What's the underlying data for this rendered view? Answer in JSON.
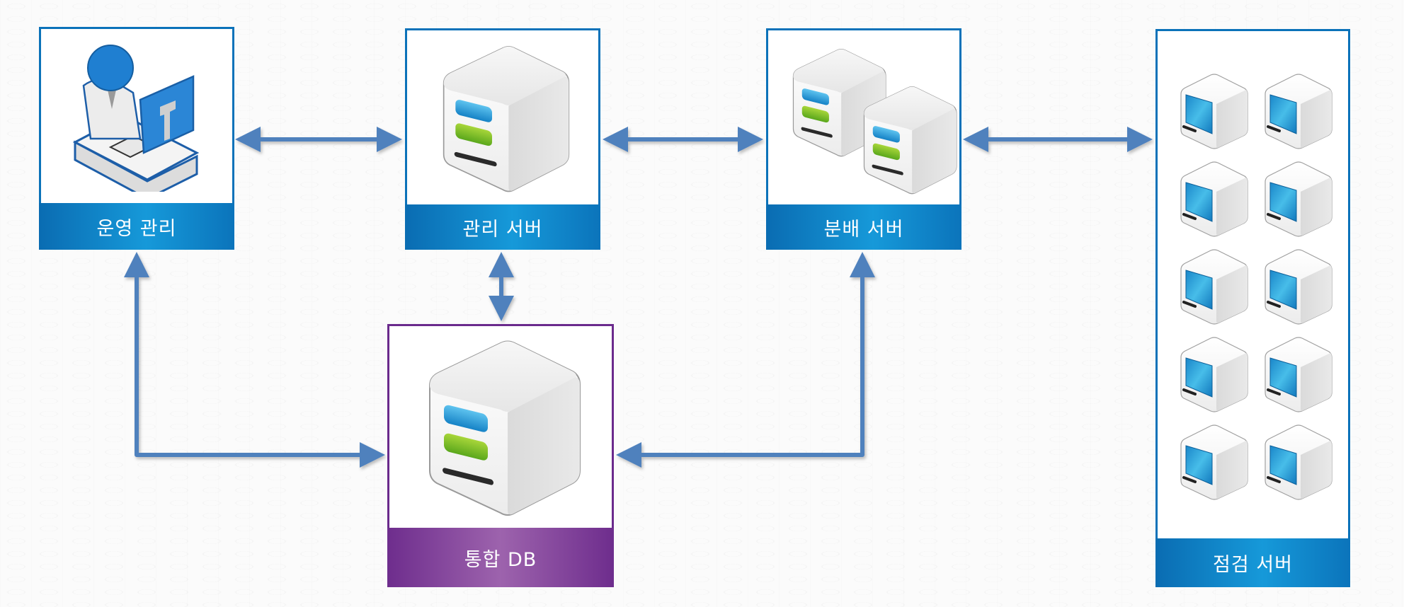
{
  "diagram": {
    "nodes": [
      {
        "id": "ops",
        "label": "운영 관리",
        "icon": "operator-workstation-icon",
        "theme": "blue"
      },
      {
        "id": "mgmt",
        "label": "관리 서버",
        "icon": "server-icon",
        "theme": "blue"
      },
      {
        "id": "dist",
        "label": "분배 서버",
        "icon": "dual-server-icon",
        "theme": "blue"
      },
      {
        "id": "check",
        "label": "점검 서버",
        "icon": "server-cluster-icon",
        "theme": "blue",
        "server_count": 10
      },
      {
        "id": "db",
        "label": "통합 DB",
        "icon": "database-server-icon",
        "theme": "purple"
      }
    ],
    "edges": [
      {
        "from": "ops",
        "to": "mgmt",
        "type": "bidirectional"
      },
      {
        "from": "mgmt",
        "to": "dist",
        "type": "bidirectional"
      },
      {
        "from": "dist",
        "to": "check",
        "type": "bidirectional"
      },
      {
        "from": "mgmt",
        "to": "db",
        "type": "bidirectional"
      },
      {
        "from": "ops",
        "to": "db",
        "type": "bidirectional"
      },
      {
        "from": "dist",
        "to": "db",
        "type": "bidirectional"
      }
    ],
    "colors": {
      "blue": "#0b72b9",
      "purple": "#6a2a8c",
      "arrow": "#4f81bd"
    }
  }
}
